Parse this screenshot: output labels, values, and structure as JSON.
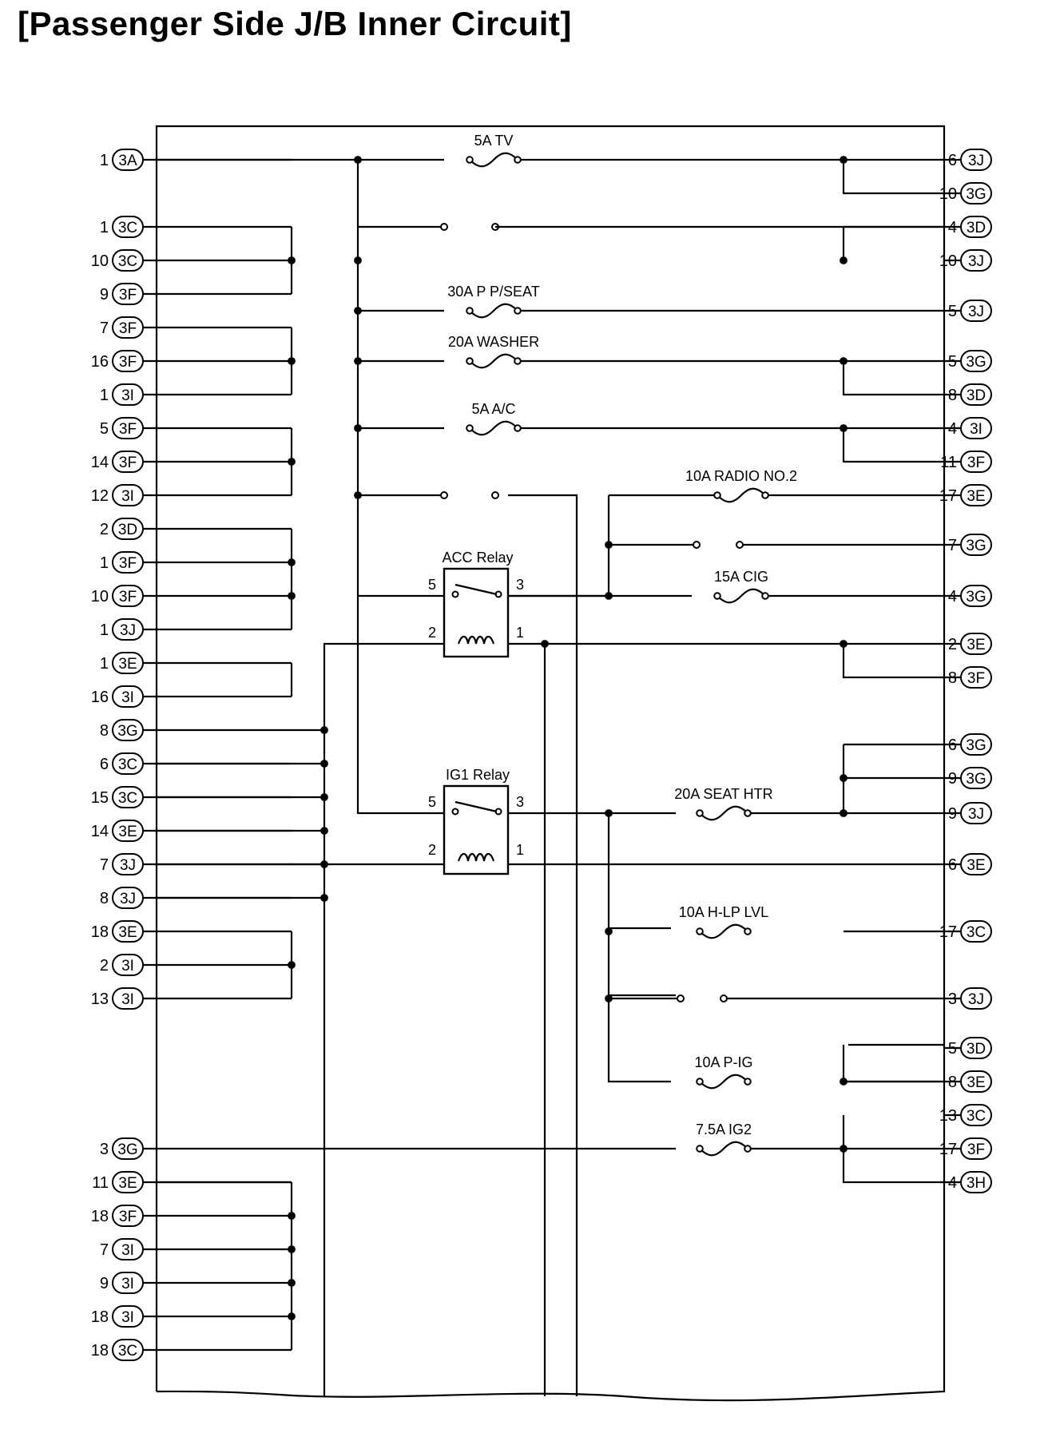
{
  "title": "[Passenger Side J/B Inner Circuit]",
  "left_connectors": [
    {
      "pin": "1",
      "conn": "3A"
    },
    {
      "pin": "1",
      "conn": "3C"
    },
    {
      "pin": "10",
      "conn": "3C"
    },
    {
      "pin": "9",
      "conn": "3F"
    },
    {
      "pin": "7",
      "conn": "3F"
    },
    {
      "pin": "16",
      "conn": "3F"
    },
    {
      "pin": "1",
      "conn": "3I"
    },
    {
      "pin": "5",
      "conn": "3F"
    },
    {
      "pin": "14",
      "conn": "3F"
    },
    {
      "pin": "12",
      "conn": "3I"
    },
    {
      "pin": "2",
      "conn": "3D"
    },
    {
      "pin": "1",
      "conn": "3F"
    },
    {
      "pin": "10",
      "conn": "3F"
    },
    {
      "pin": "1",
      "conn": "3J"
    },
    {
      "pin": "1",
      "conn": "3E"
    },
    {
      "pin": "16",
      "conn": "3I"
    },
    {
      "pin": "8",
      "conn": "3G"
    },
    {
      "pin": "6",
      "conn": "3C"
    },
    {
      "pin": "15",
      "conn": "3C"
    },
    {
      "pin": "14",
      "conn": "3E"
    },
    {
      "pin": "7",
      "conn": "3J"
    },
    {
      "pin": "8",
      "conn": "3J"
    },
    {
      "pin": "18",
      "conn": "3E"
    },
    {
      "pin": "2",
      "conn": "3I"
    },
    {
      "pin": "13",
      "conn": "3I"
    },
    {
      "pin": "3",
      "conn": "3G"
    },
    {
      "pin": "11",
      "conn": "3E"
    },
    {
      "pin": "18",
      "conn": "3F"
    },
    {
      "pin": "7",
      "conn": "3I"
    },
    {
      "pin": "9",
      "conn": "3I"
    },
    {
      "pin": "18",
      "conn": "3I"
    },
    {
      "pin": "18",
      "conn": "3C"
    }
  ],
  "right_connectors": [
    {
      "pin": "6",
      "conn": "3J"
    },
    {
      "pin": "10",
      "conn": "3G"
    },
    {
      "pin": "4",
      "conn": "3D"
    },
    {
      "pin": "10",
      "conn": "3J"
    },
    {
      "pin": "5",
      "conn": "3J"
    },
    {
      "pin": "5",
      "conn": "3G"
    },
    {
      "pin": "8",
      "conn": "3D"
    },
    {
      "pin": "4",
      "conn": "3I"
    },
    {
      "pin": "11",
      "conn": "3F"
    },
    {
      "pin": "17",
      "conn": "3E"
    },
    {
      "pin": "7",
      "conn": "3G"
    },
    {
      "pin": "4",
      "conn": "3G"
    },
    {
      "pin": "2",
      "conn": "3E"
    },
    {
      "pin": "8",
      "conn": "3F"
    },
    {
      "pin": "6",
      "conn": "3G"
    },
    {
      "pin": "9",
      "conn": "3G"
    },
    {
      "pin": "9",
      "conn": "3J"
    },
    {
      "pin": "6",
      "conn": "3E"
    },
    {
      "pin": "17",
      "conn": "3C"
    },
    {
      "pin": "3",
      "conn": "3J"
    },
    {
      "pin": "5",
      "conn": "3D"
    },
    {
      "pin": "8",
      "conn": "3E"
    },
    {
      "pin": "13",
      "conn": "3C"
    },
    {
      "pin": "17",
      "conn": "3F"
    },
    {
      "pin": "4",
      "conn": "3H"
    }
  ],
  "fuses": [
    {
      "label": "5A TV"
    },
    {
      "label": "30A P P/SEAT"
    },
    {
      "label": "20A WASHER"
    },
    {
      "label": "5A A/C"
    },
    {
      "label": "10A RADIO NO.2"
    },
    {
      "label": "15A CIG"
    },
    {
      "label": "20A SEAT HTR"
    },
    {
      "label": "10A H-LP LVL"
    },
    {
      "label": "10A P-IG"
    },
    {
      "label": "7.5A IG2"
    }
  ],
  "relays": [
    {
      "label": "ACC Relay",
      "pins": [
        "5",
        "3",
        "2",
        "1"
      ]
    },
    {
      "label": "IG1 Relay",
      "pins": [
        "5",
        "3",
        "2",
        "1"
      ]
    }
  ]
}
